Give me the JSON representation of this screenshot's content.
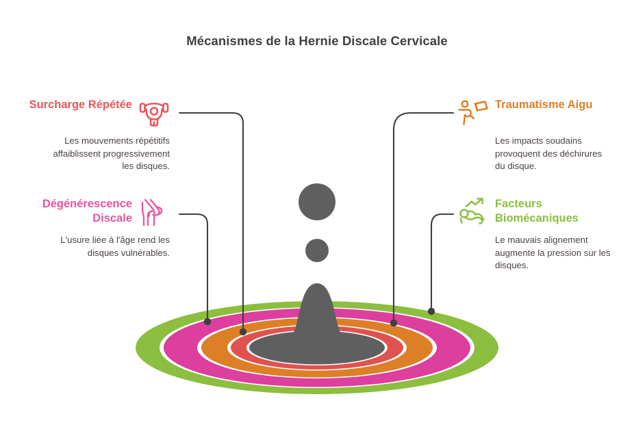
{
  "page": {
    "title": "Mécanismes de la Hernie Discale Cervicale",
    "background_color": "#ffffff",
    "title_color": "#3f3f3f"
  },
  "palette": {
    "coral_red": "#e8565a",
    "pink": "#e8539e",
    "orange": "#dd7f26",
    "green": "#8cbe3f",
    "ring_magenta": "#dd3f9e",
    "dark_gray": "#5f5f5f",
    "connector_gray": "#3f3f3f",
    "body_text": "#4a4140"
  },
  "items": [
    {
      "id": "surcharge-repetee",
      "title": "Surcharge Répétée",
      "description": "Les mouvements répétitifs affaiblissent progressivement les disques.",
      "color": "#e8565a",
      "icon": "weightlifter-icon",
      "side": "left"
    },
    {
      "id": "degenerescence-discale",
      "title": "Dégénérescence Discale",
      "description": "L'usure liée à l'âge rend les disques vulnérables.",
      "color": "#e8539e",
      "icon": "joint-bone-icon",
      "side": "left"
    },
    {
      "id": "traumatisme-aigu",
      "title": "Traumatisme Aigu",
      "description": "Les impacts soudains provoquent des déchirures du disque.",
      "color": "#dd7f26",
      "icon": "falling-person-icon",
      "side": "right"
    },
    {
      "id": "facteurs-biomecaniques",
      "title": "Facteurs Biomécaniques",
      "description": "Le mauvais alignement augmente la pression sur les disques.",
      "color": "#8cbe3f",
      "icon": "running-person-trend-icon",
      "side": "right"
    }
  ],
  "diagram": {
    "rings": [
      {
        "name": "outer-green-ring",
        "color": "#8cbe3f"
      },
      {
        "name": "magenta-ring",
        "color": "#dd3f9e"
      },
      {
        "name": "orange-ring",
        "color": "#dd7f26"
      },
      {
        "name": "red-ring",
        "color": "#e0524f"
      },
      {
        "name": "center-gray-disc",
        "color": "#5f5f5f"
      }
    ],
    "center_peak": {
      "name": "disc-herniation-peak",
      "color": "#5f5f5f"
    },
    "floating_shapes": [
      {
        "name": "large-gray-circle",
        "color": "#5f5f5f"
      },
      {
        "name": "small-gray-circle",
        "color": "#5f5f5f"
      }
    ],
    "connector_color": "#3f3f3f"
  }
}
